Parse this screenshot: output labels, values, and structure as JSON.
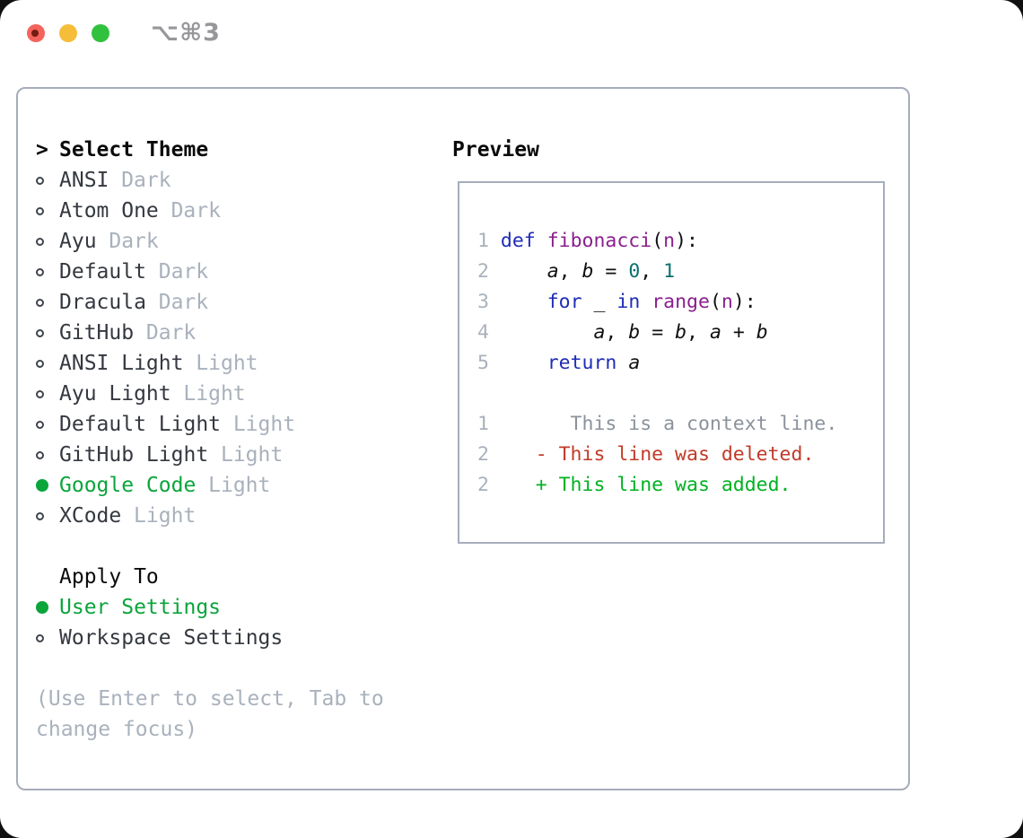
{
  "window": {
    "shortcut_label": "⌥⌘3",
    "buttons": [
      "close-button",
      "minimize-button",
      "zoom-button"
    ]
  },
  "select_theme": {
    "marker": ">",
    "title": "Select Theme",
    "themes": [
      {
        "name": "ANSI",
        "variant": "Dark",
        "selected": false
      },
      {
        "name": "Atom One",
        "variant": "Dark",
        "selected": false
      },
      {
        "name": "Ayu",
        "variant": "Dark",
        "selected": false
      },
      {
        "name": "Default",
        "variant": "Dark",
        "selected": false
      },
      {
        "name": "Dracula",
        "variant": "Dark",
        "selected": false
      },
      {
        "name": "GitHub",
        "variant": "Dark",
        "selected": false
      },
      {
        "name": "ANSI Light",
        "variant": "Light",
        "selected": false
      },
      {
        "name": "Ayu Light",
        "variant": "Light",
        "selected": false
      },
      {
        "name": "Default Light",
        "variant": "Light",
        "selected": false
      },
      {
        "name": "GitHub Light",
        "variant": "Light",
        "selected": false
      },
      {
        "name": "Google Code",
        "variant": "Light",
        "selected": true
      },
      {
        "name": "XCode",
        "variant": "Light",
        "selected": false
      }
    ]
  },
  "apply_to": {
    "title": "Apply To",
    "options": [
      {
        "name": "User Settings",
        "selected": true
      },
      {
        "name": "Workspace Settings",
        "selected": false
      }
    ]
  },
  "hint": "(Use Enter to select, Tab to change focus)",
  "preview": {
    "title": "Preview",
    "lines": [
      {
        "tokens": [
          {
            "t": "1",
            "c": "num"
          },
          {
            "t": " ",
            "c": "plain"
          },
          {
            "t": "def",
            "c": "kw"
          },
          {
            "t": " ",
            "c": "plain"
          },
          {
            "t": "fibonacci",
            "c": "fn"
          },
          {
            "t": "(",
            "c": "plain"
          },
          {
            "t": "n",
            "c": "fn"
          },
          {
            "t": "):",
            "c": "plain"
          }
        ]
      },
      {
        "tokens": [
          {
            "t": "2",
            "c": "num"
          },
          {
            "t": "     ",
            "c": "plain"
          },
          {
            "t": "a",
            "c": "var"
          },
          {
            "t": ", ",
            "c": "plain"
          },
          {
            "t": "b",
            "c": "var"
          },
          {
            "t": " = ",
            "c": "plain"
          },
          {
            "t": "0",
            "c": "lit"
          },
          {
            "t": ", ",
            "c": "plain"
          },
          {
            "t": "1",
            "c": "lit"
          }
        ]
      },
      {
        "tokens": [
          {
            "t": "3",
            "c": "num"
          },
          {
            "t": "     ",
            "c": "plain"
          },
          {
            "t": "for",
            "c": "kw"
          },
          {
            "t": " _ ",
            "c": "plain"
          },
          {
            "t": "in",
            "c": "kw"
          },
          {
            "t": " ",
            "c": "plain"
          },
          {
            "t": "range",
            "c": "fn"
          },
          {
            "t": "(",
            "c": "plain"
          },
          {
            "t": "n",
            "c": "fn"
          },
          {
            "t": "):",
            "c": "plain"
          }
        ]
      },
      {
        "tokens": [
          {
            "t": "4",
            "c": "num"
          },
          {
            "t": "         ",
            "c": "plain"
          },
          {
            "t": "a",
            "c": "var"
          },
          {
            "t": ", ",
            "c": "plain"
          },
          {
            "t": "b",
            "c": "var"
          },
          {
            "t": " = ",
            "c": "plain"
          },
          {
            "t": "b",
            "c": "var"
          },
          {
            "t": ", ",
            "c": "plain"
          },
          {
            "t": "a",
            "c": "var"
          },
          {
            "t": " + ",
            "c": "plain"
          },
          {
            "t": "b",
            "c": "var"
          }
        ]
      },
      {
        "tokens": [
          {
            "t": "5",
            "c": "num"
          },
          {
            "t": "     ",
            "c": "plain"
          },
          {
            "t": "return",
            "c": "kw"
          },
          {
            "t": " ",
            "c": "plain"
          },
          {
            "t": "a",
            "c": "var"
          }
        ]
      },
      {
        "tokens": []
      },
      {
        "tokens": [
          {
            "t": "1",
            "c": "num"
          },
          {
            "t": "       This is a context line.",
            "c": "ctx"
          }
        ]
      },
      {
        "tokens": [
          {
            "t": "2",
            "c": "num"
          },
          {
            "t": "    - This line was deleted.",
            "c": "del"
          }
        ]
      },
      {
        "tokens": [
          {
            "t": "2",
            "c": "num"
          },
          {
            "t": "    + This line was added.",
            "c": "add"
          }
        ]
      }
    ]
  },
  "colors": {
    "accent-green": "#0aa53b",
    "border-gray": "#a6adba",
    "item-text": "#34383f",
    "muted-gray": "#a9b1bc",
    "code-keyword": "#1e2cb8",
    "code-function": "#8a1f8f",
    "code-literal": "#0b6f6f",
    "code-plain": "#101013",
    "diff-context": "#8b929b",
    "diff-deleted": "#c23a28",
    "diff-added": "#00b221",
    "traffic-red": "#f4645c",
    "traffic-red-dot": "#741c11",
    "traffic-yellow": "#f6bd3a",
    "traffic-green": "#32c13f",
    "shortcut-gray": "#97979b"
  }
}
